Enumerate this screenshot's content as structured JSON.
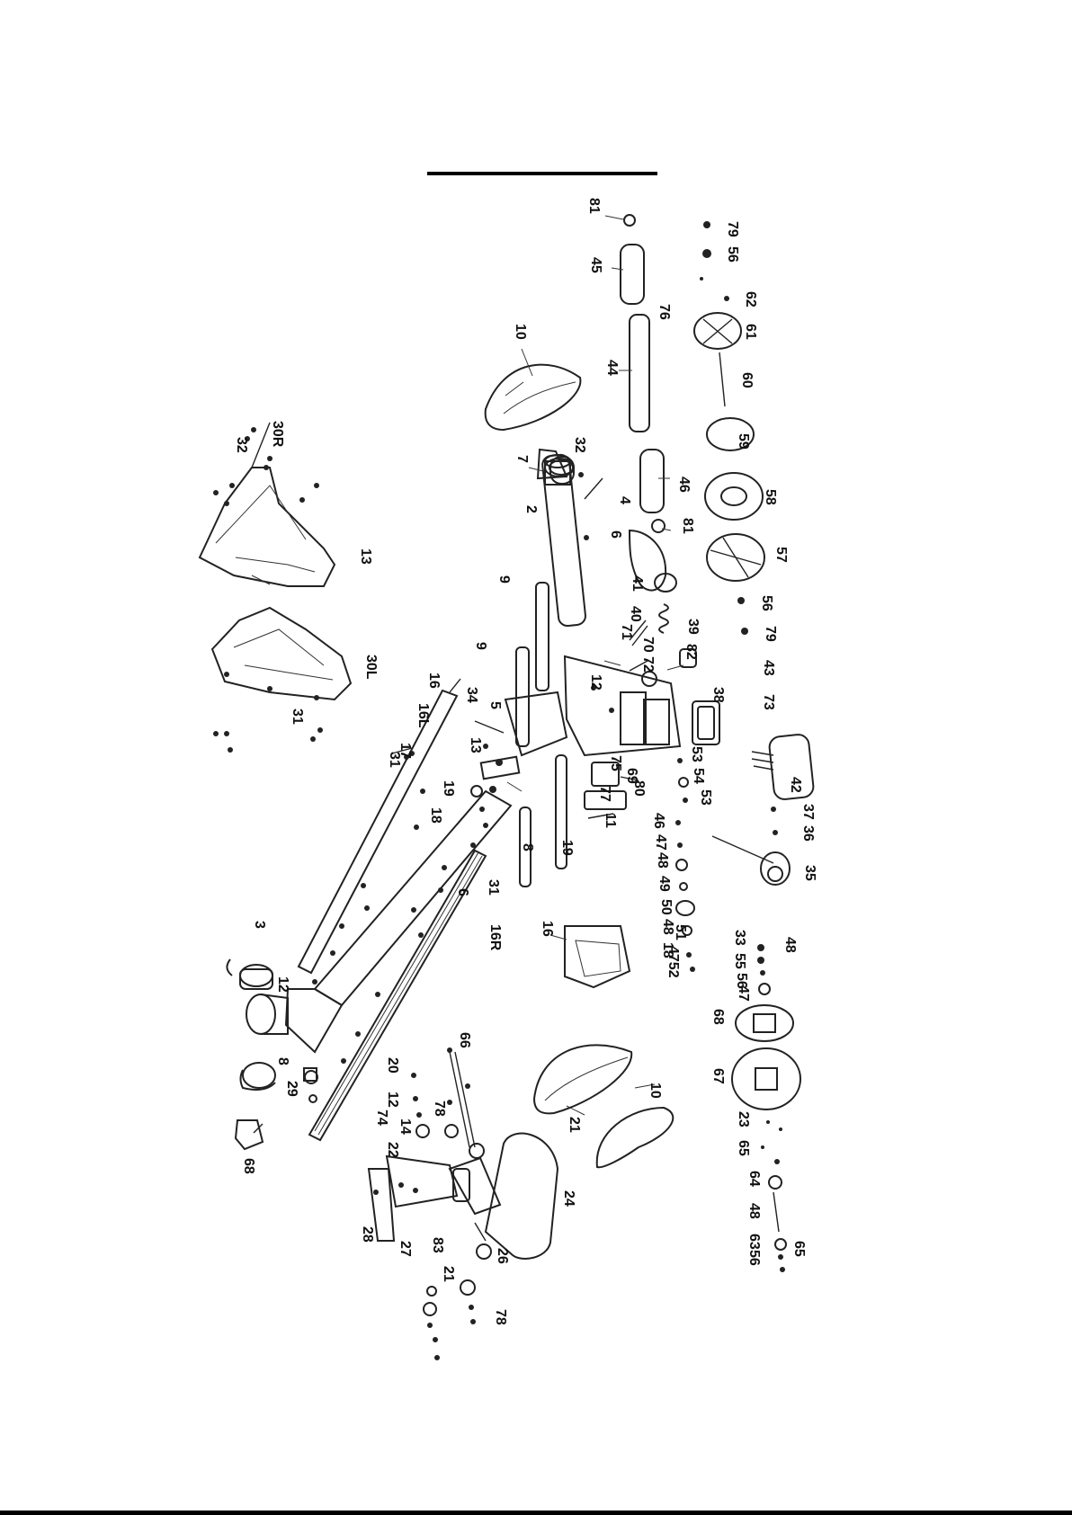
{
  "diagram": {
    "title": "",
    "part_labels": [
      "81",
      "79",
      "56",
      "45",
      "62",
      "76",
      "10",
      "61",
      "44",
      "60",
      "32",
      "7",
      "59",
      "46",
      "58",
      "4",
      "2",
      "6",
      "57",
      "81",
      "9",
      "41",
      "40",
      "56",
      "71",
      "79",
      "70",
      "39",
      "82",
      "72",
      "43",
      "73",
      "12",
      "9",
      "34",
      "5",
      "38",
      "11",
      "16",
      "16L",
      "13",
      "53",
      "75",
      "54",
      "53",
      "69",
      "17",
      "31",
      "80",
      "42",
      "37",
      "36",
      "35",
      "77",
      "46",
      "8",
      "19",
      "18",
      "47",
      "48",
      "49",
      "50",
      "48",
      "51",
      "4752",
      "18",
      "19",
      "6",
      "31",
      "16R",
      "16",
      "33",
      "55",
      "56",
      "47",
      "48",
      "68",
      "67",
      "66",
      "20",
      "12",
      "14",
      "78",
      "21",
      "10",
      "74",
      "22",
      "23",
      "65",
      "64",
      "48",
      "63",
      "56",
      "65",
      "68",
      "28",
      "27",
      "83",
      "24",
      "26",
      "21",
      "78",
      "12",
      "3",
      "8",
      "29",
      "13",
      "30L",
      "30R",
      "32",
      "31"
    ]
  }
}
